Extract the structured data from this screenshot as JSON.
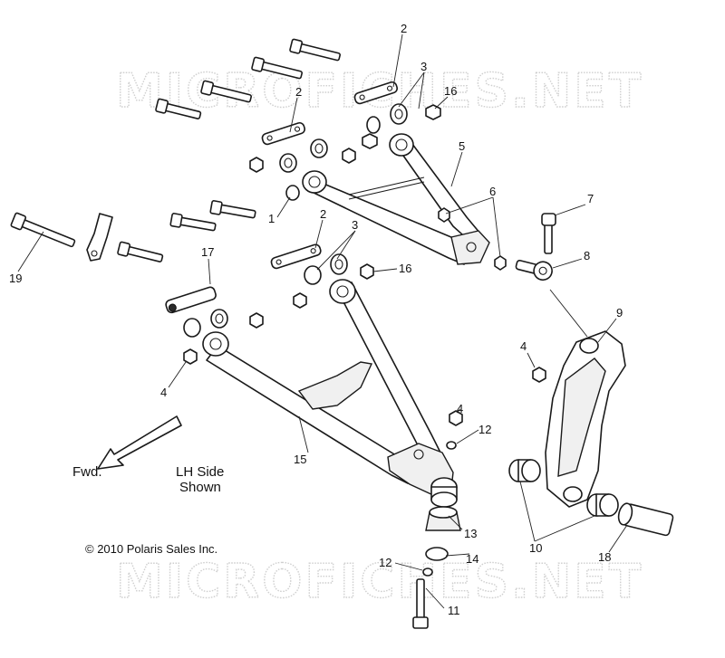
{
  "watermark": "MICROFICHES.NET",
  "notes": {
    "fwd": "Fwd.",
    "side_line1": "LH Side",
    "side_line2": "Shown",
    "copyright": "© 2010 Polaris Sales Inc."
  },
  "callouts": [
    {
      "id": "c2a",
      "label": "2"
    },
    {
      "id": "c3a",
      "label": "3"
    },
    {
      "id": "c16a",
      "label": "16"
    },
    {
      "id": "c2b",
      "label": "2"
    },
    {
      "id": "c5",
      "label": "5"
    },
    {
      "id": "c6",
      "label": "6"
    },
    {
      "id": "c1",
      "label": "1"
    },
    {
      "id": "c7",
      "label": "7"
    },
    {
      "id": "c2c",
      "label": "2"
    },
    {
      "id": "c3b",
      "label": "3"
    },
    {
      "id": "c16b",
      "label": "16"
    },
    {
      "id": "c8",
      "label": "8"
    },
    {
      "id": "c19",
      "label": "19"
    },
    {
      "id": "c17",
      "label": "17"
    },
    {
      "id": "c9",
      "label": "9"
    },
    {
      "id": "c4a",
      "label": "4"
    },
    {
      "id": "c4b",
      "label": "4"
    },
    {
      "id": "c4c",
      "label": "4"
    },
    {
      "id": "c12a",
      "label": "12"
    },
    {
      "id": "c15",
      "label": "15"
    },
    {
      "id": "c13",
      "label": "13"
    },
    {
      "id": "c10",
      "label": "10"
    },
    {
      "id": "c18",
      "label": "18"
    },
    {
      "id": "c12b",
      "label": "12"
    },
    {
      "id": "c14",
      "label": "14"
    },
    {
      "id": "c11",
      "label": "11"
    }
  ]
}
